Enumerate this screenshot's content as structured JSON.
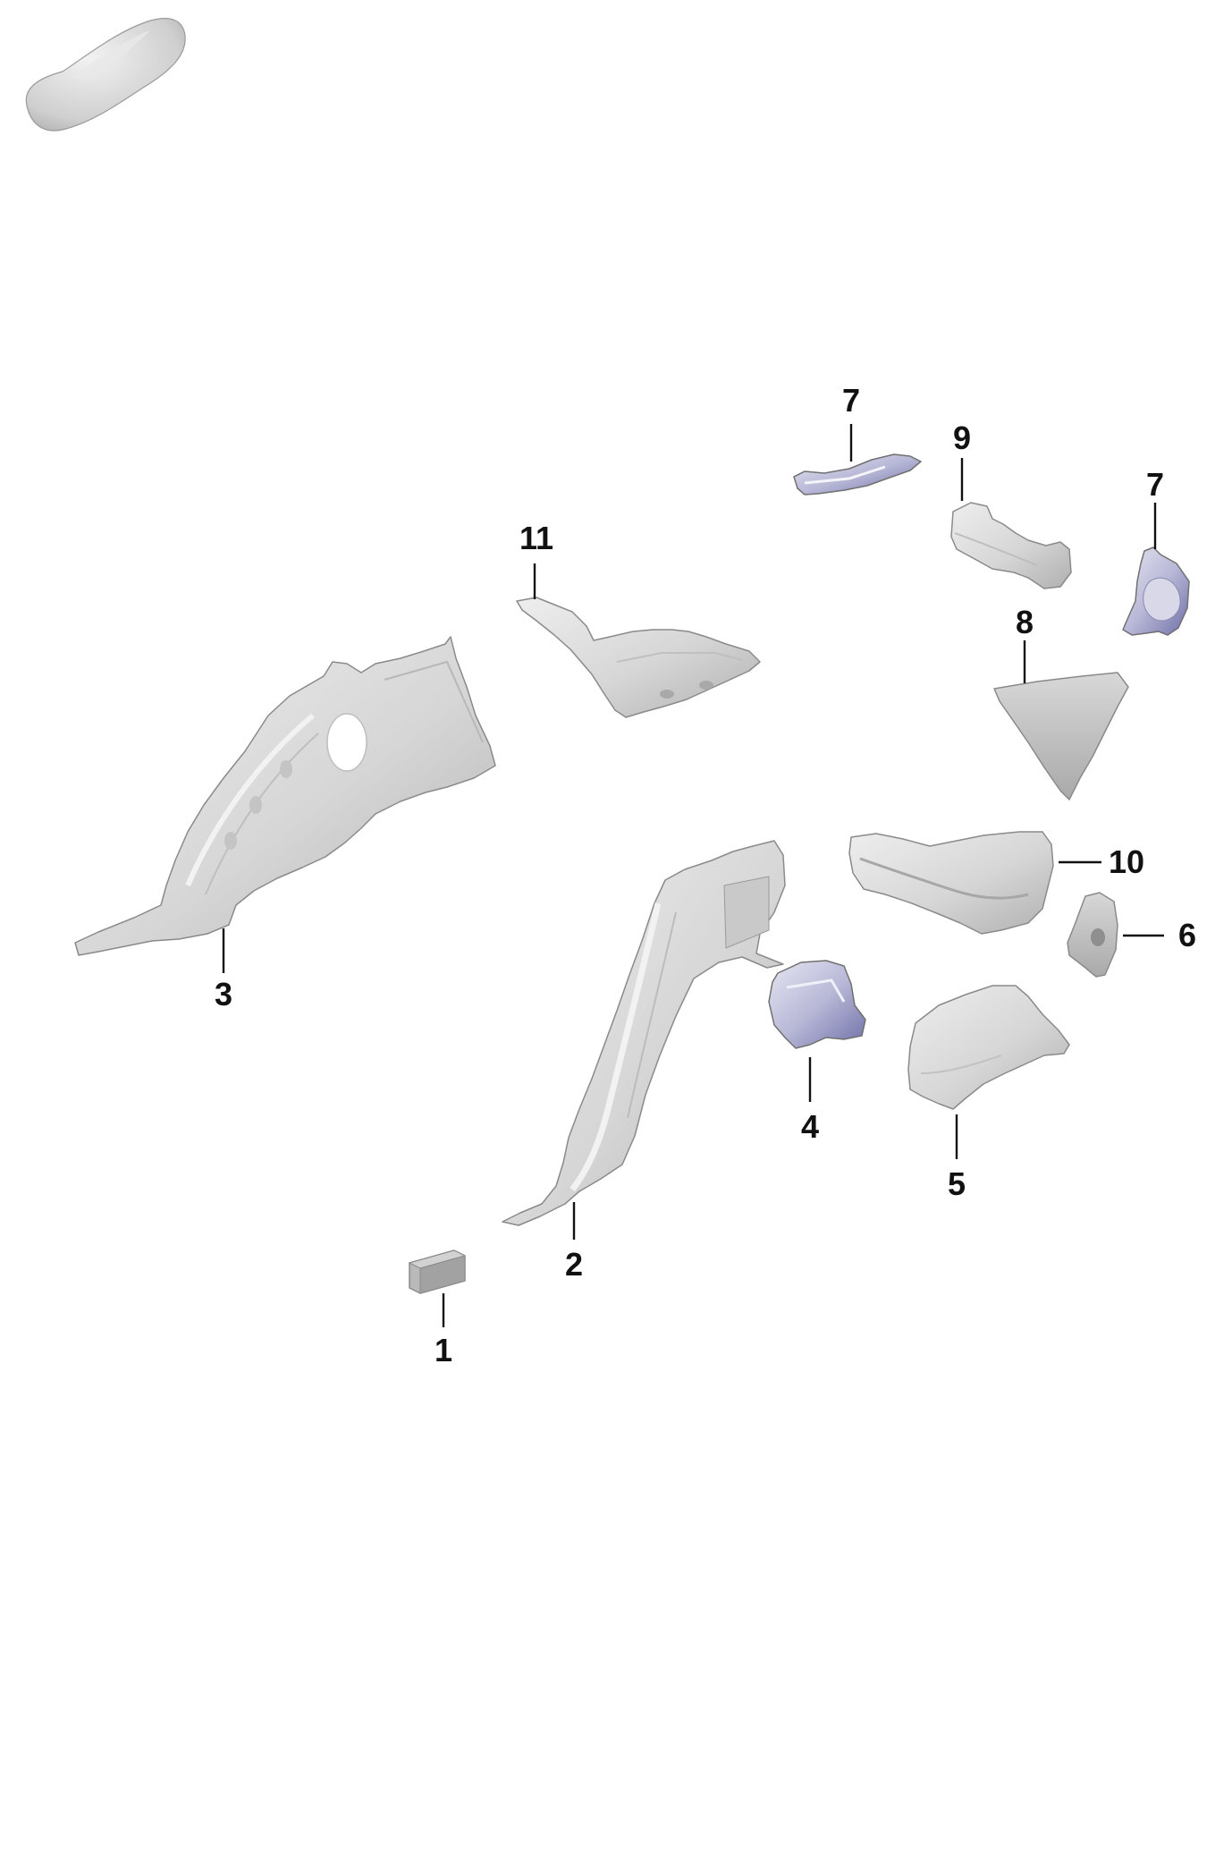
{
  "diagram": {
    "callouts": [
      {
        "id": "c1",
        "label": "1"
      },
      {
        "id": "c2",
        "label": "2"
      },
      {
        "id": "c3",
        "label": "3"
      },
      {
        "id": "c4",
        "label": "4"
      },
      {
        "id": "c5",
        "label": "5"
      },
      {
        "id": "c6",
        "label": "6"
      },
      {
        "id": "c7a",
        "label": "7"
      },
      {
        "id": "c7b",
        "label": "7"
      },
      {
        "id": "c8",
        "label": "8"
      },
      {
        "id": "c9",
        "label": "9"
      },
      {
        "id": "c10",
        "label": "10"
      },
      {
        "id": "c11",
        "label": "11"
      }
    ],
    "colors": {
      "part_fill": "#d9d9d9",
      "part_shadow": "#b4b4b4",
      "part_highlight": "#eeeeee",
      "blue_tint": "#8f8fc4",
      "line": "#111111",
      "background": "#ffffff"
    },
    "icons": [
      "car-thumbnail-icon"
    ]
  }
}
